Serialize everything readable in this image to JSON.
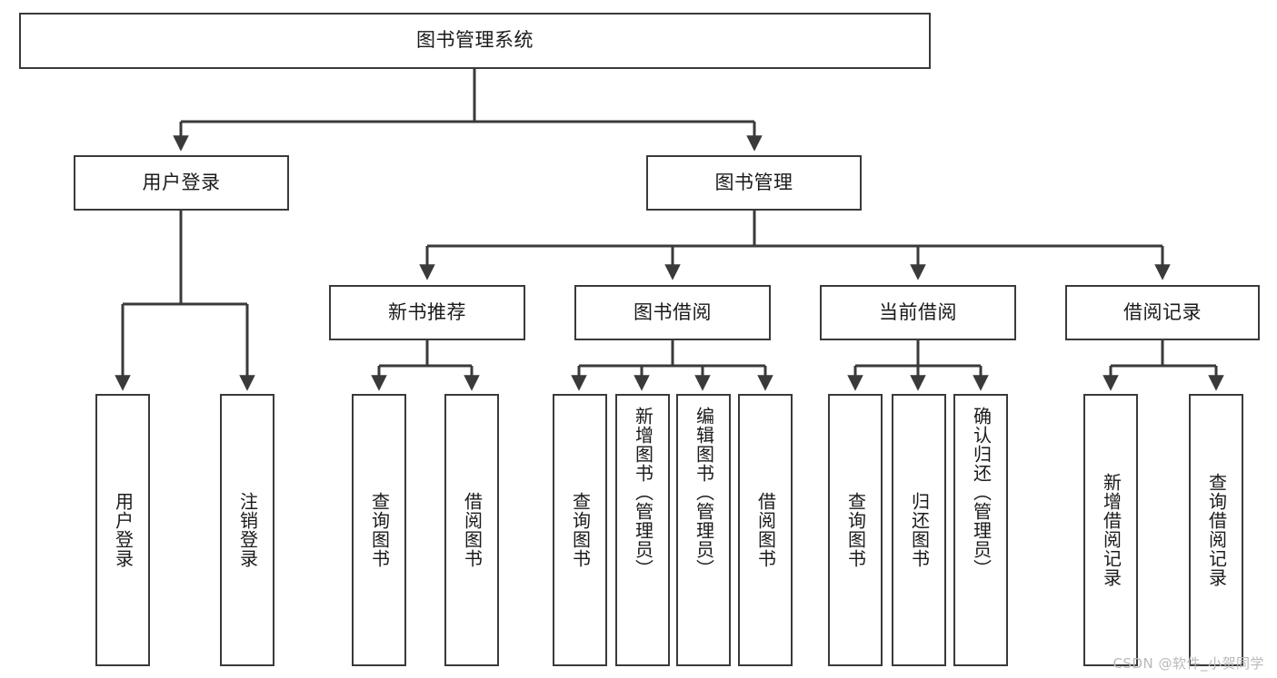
{
  "diagram": {
    "title": "图书管理系统",
    "type": "tree-hierarchy-diagram",
    "root": {
      "label": "图书管理系统"
    },
    "level1": [
      {
        "label": "用户登录"
      },
      {
        "label": "图书管理"
      }
    ],
    "level2": [
      {
        "label": "新书推荐",
        "parent": "图书管理"
      },
      {
        "label": "图书借阅",
        "parent": "图书管理"
      },
      {
        "label": "当前借阅",
        "parent": "图书管理"
      },
      {
        "label": "借阅记录",
        "parent": "图书管理"
      }
    ],
    "leaves": [
      {
        "label": "用户登录",
        "parent": "用户登录"
      },
      {
        "label": "注销登录",
        "parent": "用户登录"
      },
      {
        "label": "查询图书",
        "parent": "新书推荐"
      },
      {
        "label": "借阅图书",
        "parent": "新书推荐"
      },
      {
        "label": "查询图书",
        "parent": "图书借阅"
      },
      {
        "label": "新增图书（管理员）",
        "parent": "图书借阅"
      },
      {
        "label": "编辑图书（管理员）",
        "parent": "图书借阅"
      },
      {
        "label": "借阅图书",
        "parent": "图书借阅"
      },
      {
        "label": "查询图书",
        "parent": "当前借阅"
      },
      {
        "label": "归还图书",
        "parent": "当前借阅"
      },
      {
        "label": "确认归还（管理员）",
        "parent": "当前借阅"
      },
      {
        "label": "新增借阅记录",
        "parent": "借阅记录"
      },
      {
        "label": "查询借阅记录",
        "parent": "借阅记录"
      }
    ],
    "watermark": "CSDN @软件_小贺同学",
    "colors": {
      "border": "#3a3a3a",
      "text": "#1a1a1a",
      "background": "#ffffff",
      "watermark": "#b9b9b9"
    }
  }
}
